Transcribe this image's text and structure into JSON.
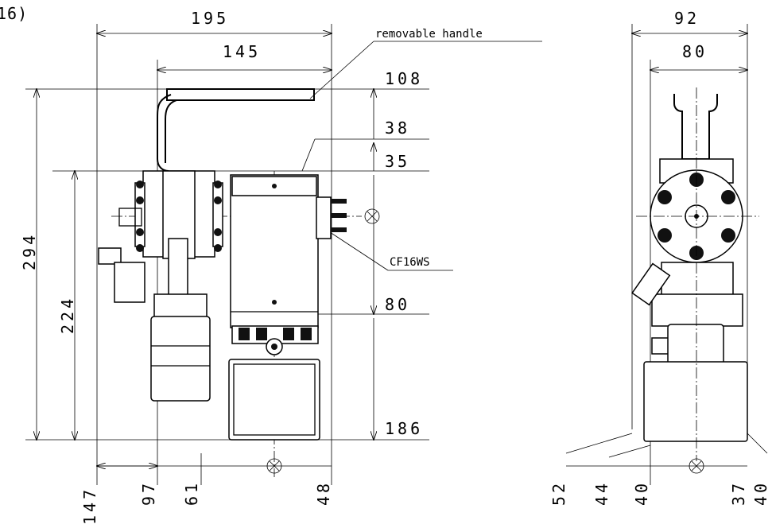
{
  "header": {
    "corner_text": "16)"
  },
  "front_view": {
    "width_total": "195",
    "width_partial": "145",
    "handle_label": "removable handle",
    "port_label": "CF16WS",
    "right_dims": [
      "108",
      "38",
      "35",
      "80",
      "186"
    ],
    "height_total": "294",
    "height_partial": "224",
    "bottom_dims": [
      "147",
      "97",
      "61",
      "48"
    ]
  },
  "side_view": {
    "width_total": "92",
    "width_partial": "80",
    "bottom_dims": [
      "52",
      "44",
      "40",
      "37",
      "40"
    ]
  }
}
